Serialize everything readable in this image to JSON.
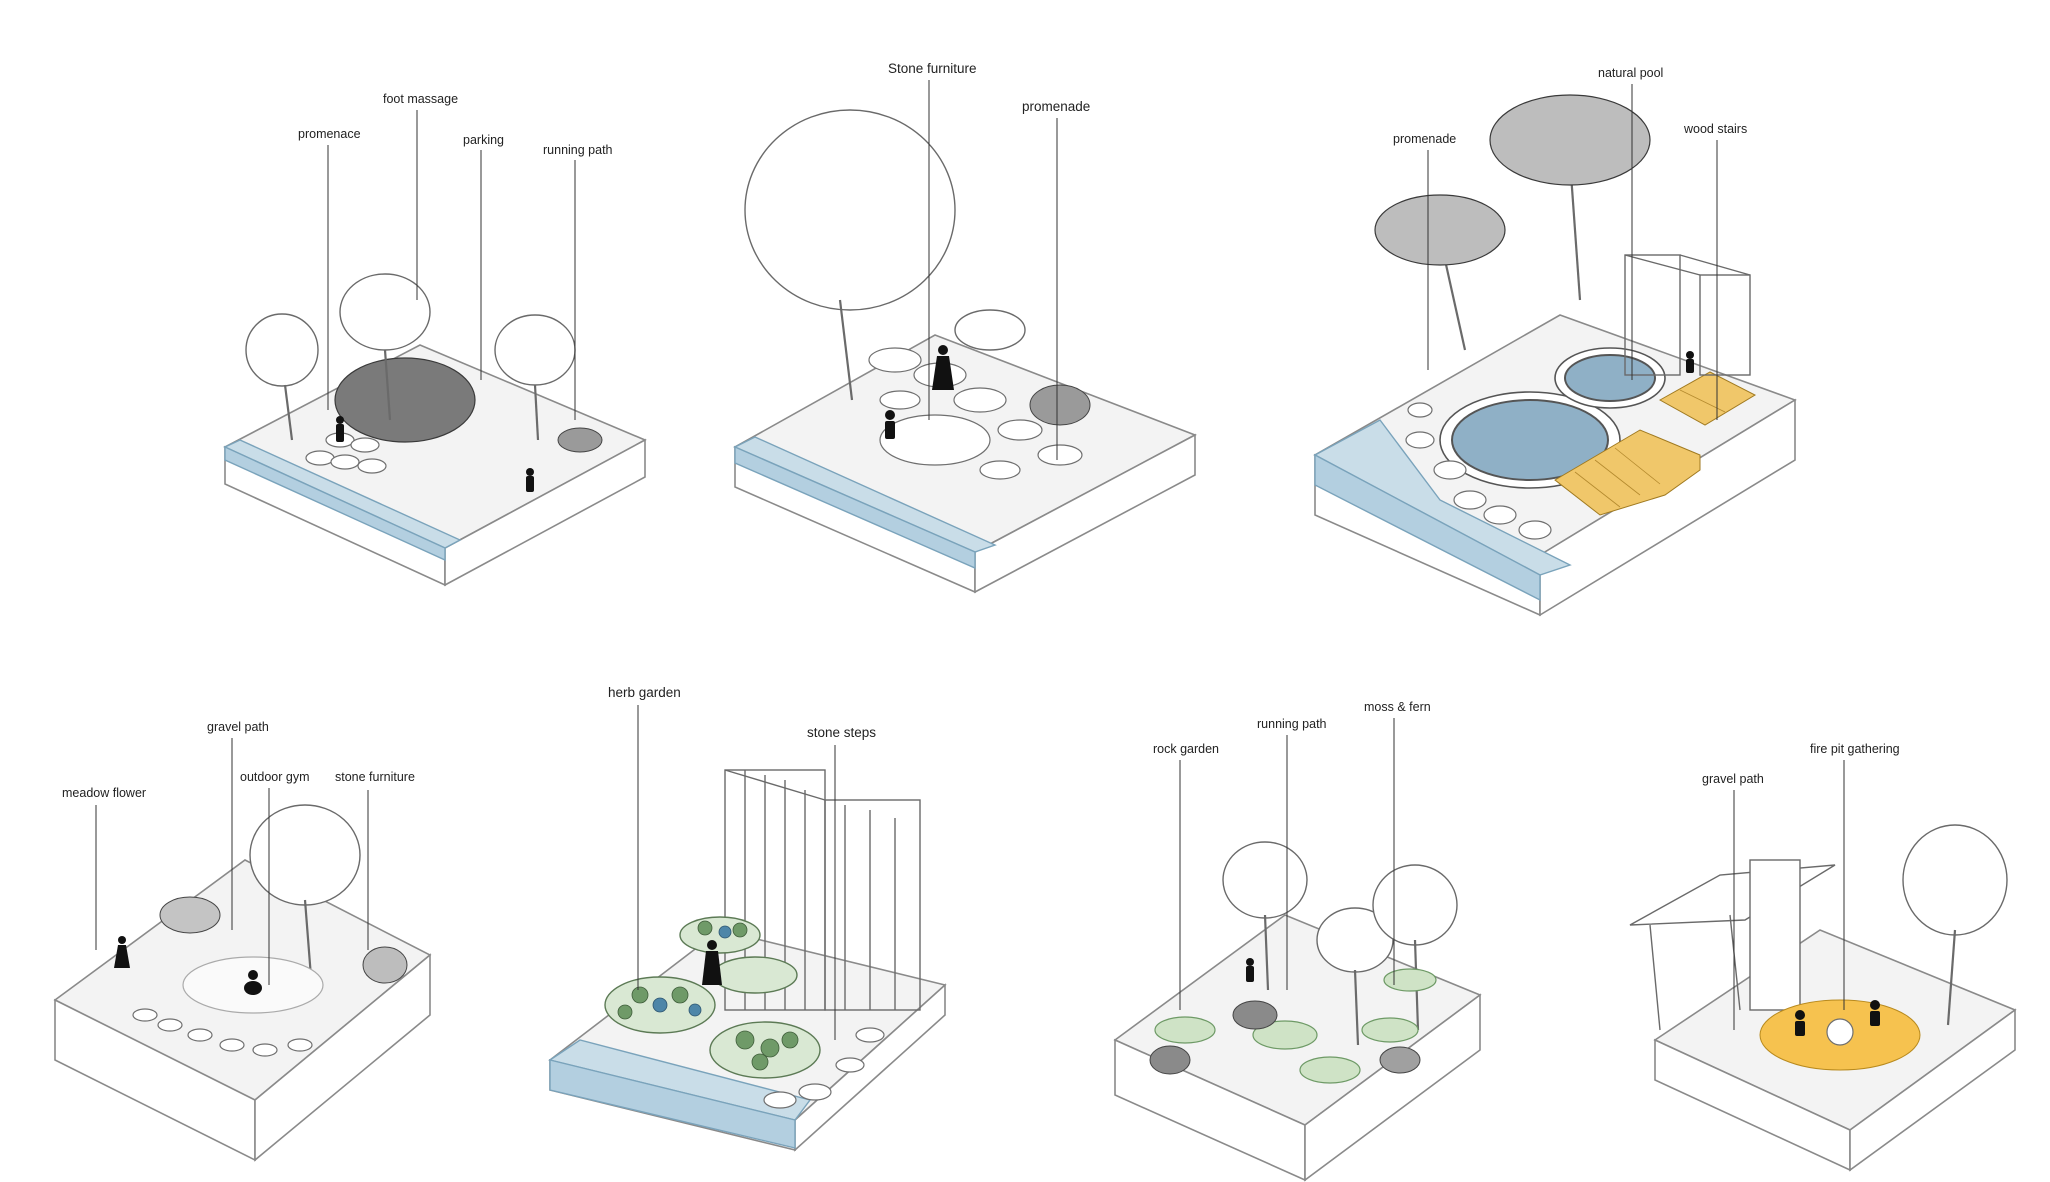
{
  "panels": [
    {
      "id": "panel-1",
      "labels": [
        "promenace",
        "foot massage",
        "parking",
        "running path"
      ]
    },
    {
      "id": "panel-2",
      "labels": [
        "Stone furniture",
        "promenade"
      ]
    },
    {
      "id": "panel-3",
      "labels": [
        "promenade",
        "natural pool",
        "wood stairs"
      ]
    },
    {
      "id": "panel-4",
      "labels": [
        "meadow flower",
        "gravel path",
        "outdoor gym",
        "stone furniture"
      ]
    },
    {
      "id": "panel-5",
      "labels": [
        "herb garden",
        "stone steps"
      ]
    },
    {
      "id": "panel-6",
      "labels": [
        "rock garden",
        "running path",
        "moss & fern"
      ]
    },
    {
      "id": "panel-7",
      "labels": [
        "gravel path",
        "fire pit gathering"
      ]
    }
  ],
  "colors": {
    "water": "#c9dde8",
    "pool": "#8fb0c6",
    "wood_deck": "#f0c76a",
    "fire_deck": "#f6c24f",
    "herb_bed": "#d9e8d3",
    "moss": "#cfe3c6"
  }
}
